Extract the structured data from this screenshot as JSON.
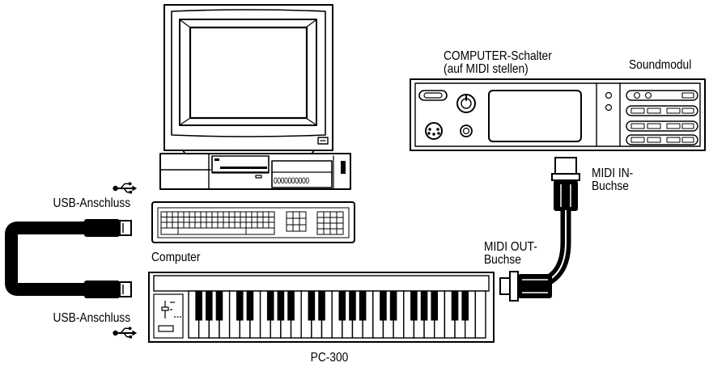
{
  "labels": {
    "computer_switch_line1": "COMPUTER-Schalter",
    "computer_switch_line2": "(auf MIDI stellen)",
    "sound_module": "Soundmodul",
    "midi_in_line1": "MIDI IN-",
    "midi_in_line2": "Buchse",
    "midi_out_line1": "MIDI OUT-",
    "midi_out_line2": "Buchse",
    "usb_port_top": "USB-Anschluss",
    "usb_port_bottom": "USB-Anschluss",
    "computer": "Computer",
    "keyboard_model": "PC-300",
    "drive_counter": "0000000000"
  },
  "icons": [
    "usb-icon"
  ],
  "colors": {
    "ink": "#000000",
    "paper": "#ffffff"
  }
}
